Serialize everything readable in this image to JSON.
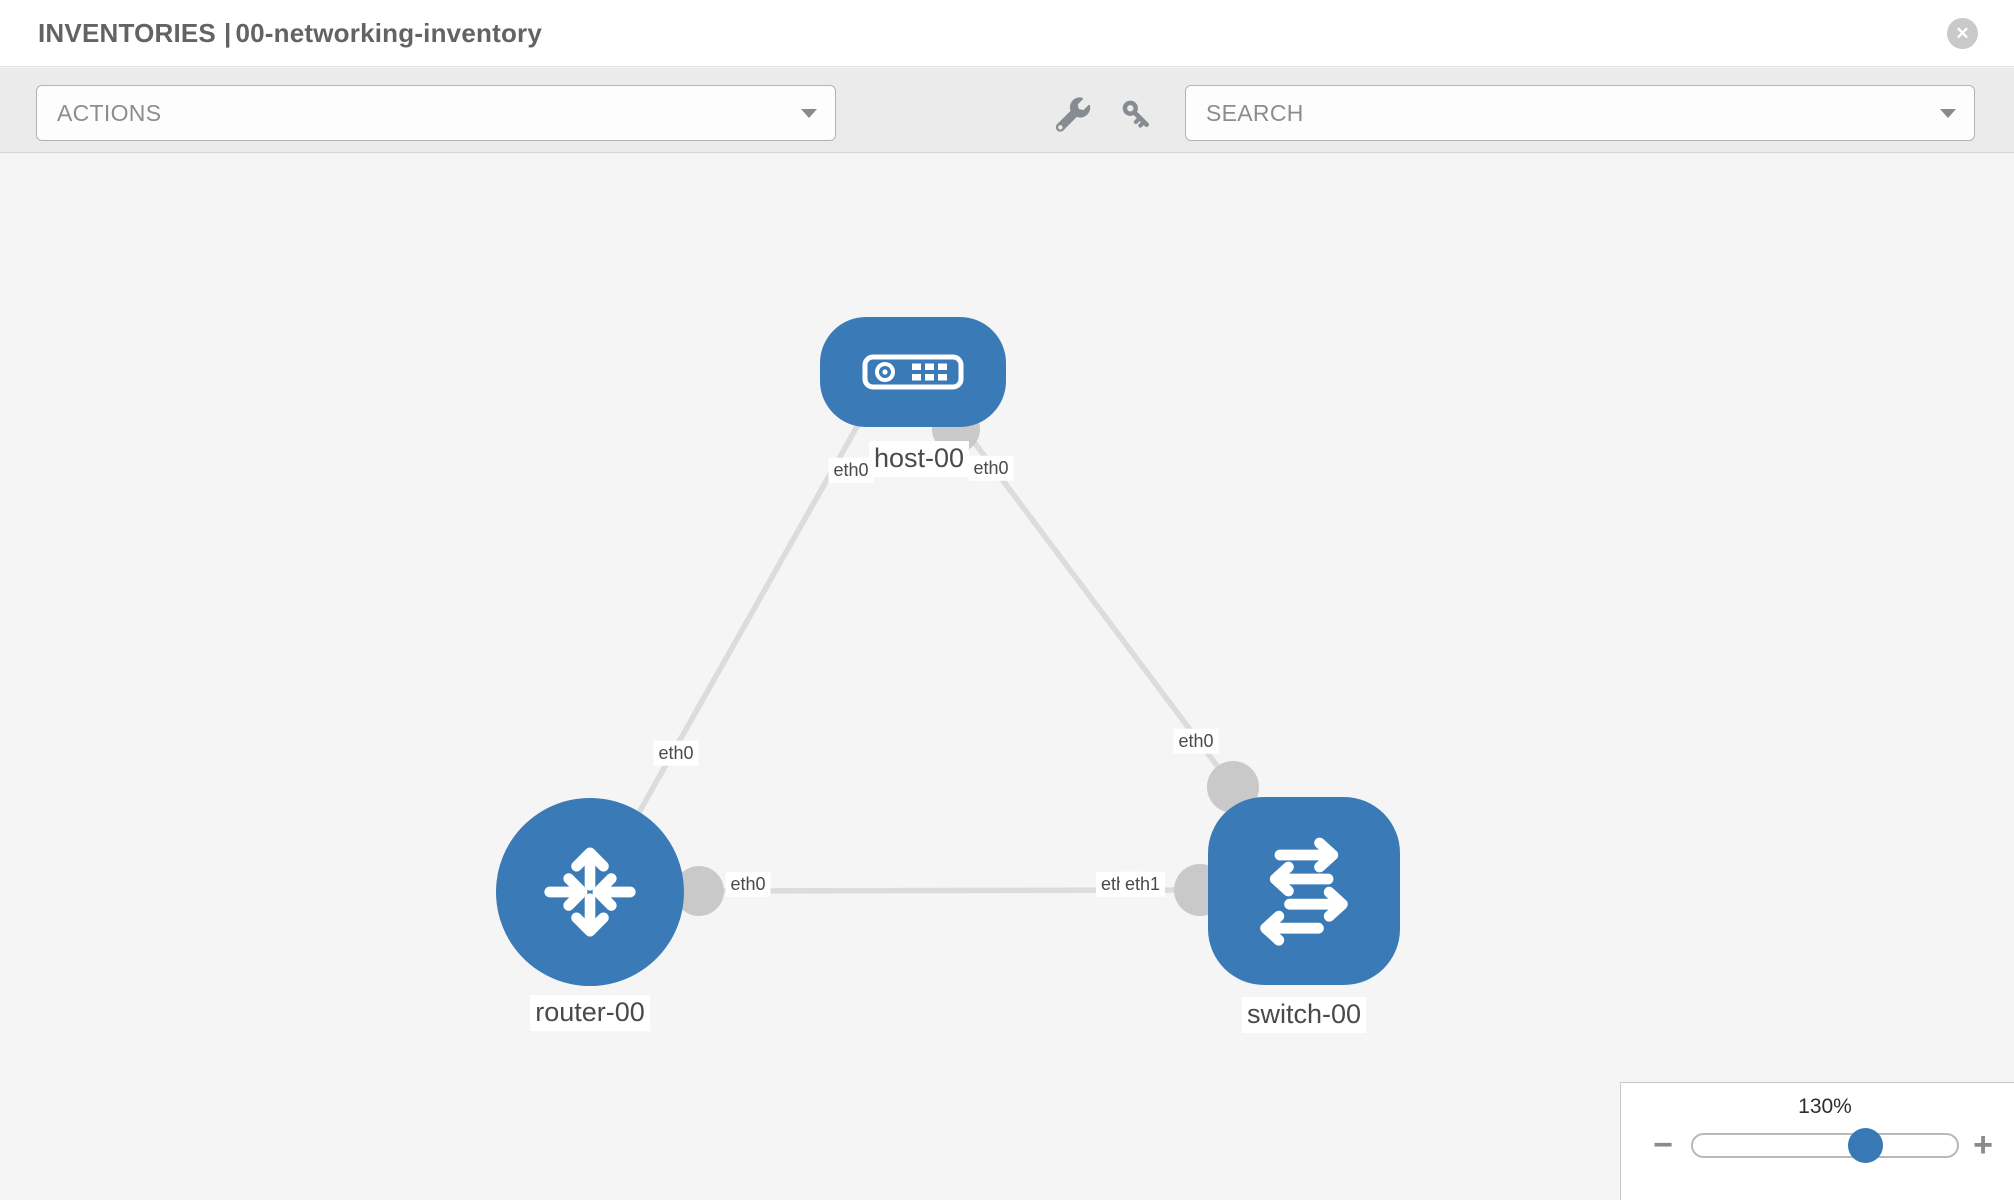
{
  "header": {
    "section": "INVENTORIES",
    "separator": "|",
    "inventory_name": "00-networking-inventory"
  },
  "icons": {
    "close": "✕",
    "wrench": "wrench-icon",
    "key": "key-icon",
    "caret": "dropdown-caret"
  },
  "toolbar": {
    "actions_label": "ACTIONS",
    "search_placeholder": "SEARCH"
  },
  "diagram": {
    "nodes": [
      {
        "id": "host-00",
        "label": "host-00",
        "type": "host",
        "icon": "host-icon"
      },
      {
        "id": "router-00",
        "label": "router-00",
        "type": "router",
        "icon": "router-icon"
      },
      {
        "id": "switch-00",
        "label": "switch-00",
        "type": "switch",
        "icon": "switch-icon"
      }
    ],
    "links": [
      {
        "source": "host-00",
        "source_interface": "eth0",
        "target": "router-00",
        "target_interface": "eth0"
      },
      {
        "source": "host-00",
        "source_interface": "eth0",
        "target": "switch-00",
        "target_interface": "eth0"
      },
      {
        "source": "router-00",
        "source_interface": "eth0",
        "target": "switch-00",
        "target_interface": "eth1",
        "target_interface_underlay": "eth0"
      }
    ]
  },
  "zoom_control": {
    "level": "130%",
    "minus_label": "−",
    "plus_label": "+"
  },
  "colors": {
    "node_blue": "#3a7ab6",
    "thumb_blue": "#3778b5",
    "link_gray": "#dcdcdc",
    "endpoint_gray": "#c9c9c9",
    "canvas_bg": "#f5f5f5",
    "toolbar_bg": "#ebebeb"
  }
}
